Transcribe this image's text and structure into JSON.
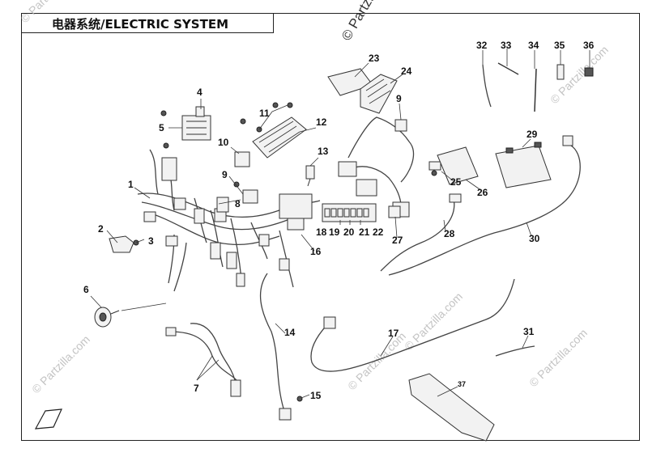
{
  "header": {
    "title": "电器系统/ELECTRIC SYSTEM"
  },
  "watermarks": [
    {
      "text": "© Partzilla.com",
      "style": "light"
    },
    {
      "text": "© Partzilla.com",
      "style": "dark"
    },
    {
      "text": "© Partzilla.com",
      "style": "light"
    },
    {
      "text": "© Partzilla.com",
      "style": "light"
    },
    {
      "text": "© Partzilla.com",
      "style": "light"
    },
    {
      "text": "© Partzilla.com",
      "style": "light"
    },
    {
      "text": "© Partzilla.com",
      "style": "light"
    }
  ],
  "callouts": [
    "1",
    "2",
    "3",
    "4",
    "5",
    "6",
    "7",
    "8",
    "9",
    "9",
    "10",
    "11",
    "12",
    "13",
    "14",
    "15",
    "16",
    "17",
    "18",
    "19",
    "20",
    "21",
    "22",
    "23",
    "24",
    "25",
    "26",
    "27",
    "28",
    "29",
    "30",
    "31",
    "32",
    "33",
    "34",
    "35",
    "36",
    "37"
  ],
  "colors": {
    "line": "#333333",
    "part_fill": "#f2f2f2",
    "watermark": "#b5b5b5"
  }
}
